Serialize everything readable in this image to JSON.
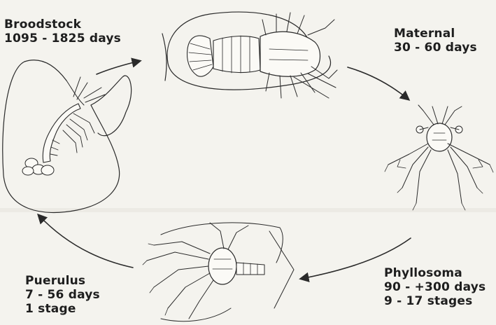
{
  "stages": [
    {
      "id": "broodstock",
      "name": "Broodstock",
      "duration": "1095 - 1825 days",
      "icon": "adult-lobster-side-icon"
    },
    {
      "id": "maternal",
      "name": "Maternal",
      "duration": "30 - 60 days",
      "icon": "berried-lobster-icon"
    },
    {
      "id": "phyllosoma",
      "name": "Phyllosoma",
      "duration": "90 - +300 days",
      "stages": "9 - 17 stages",
      "icon": "phyllosoma-larva-icon"
    },
    {
      "id": "puerulus",
      "name": "Puerulus",
      "duration": "7 - 56 days",
      "stages": "1 stage",
      "icon": "puerulus-icon"
    }
  ]
}
